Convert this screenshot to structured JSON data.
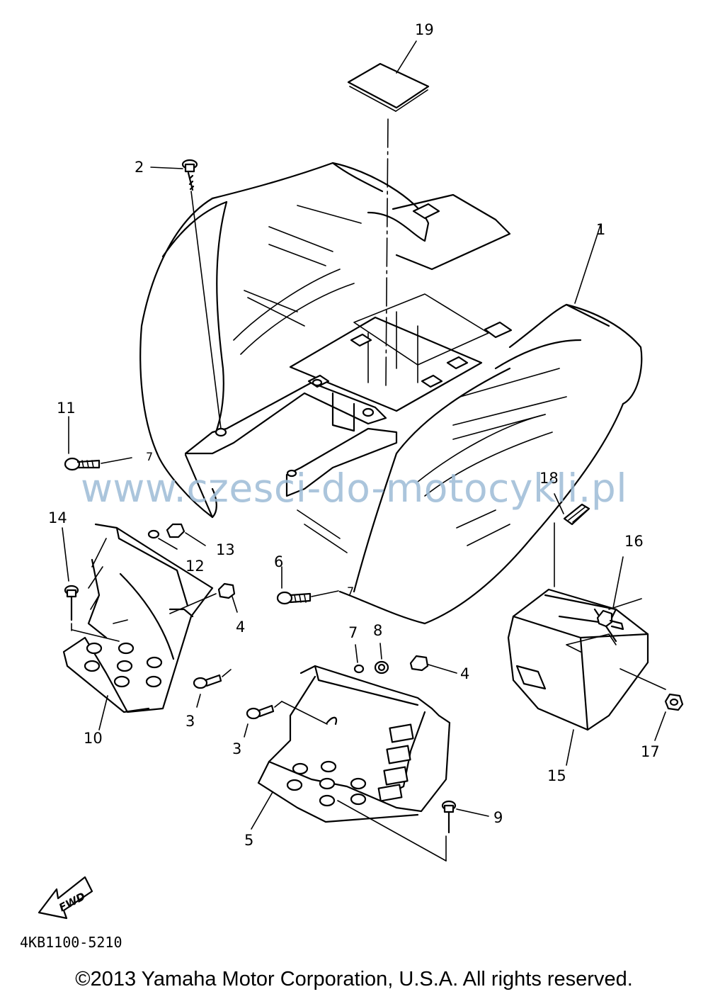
{
  "watermark": "www.czesci-do-motocykli.pl",
  "diagram_code": "4KB1100-5210",
  "copyright": "©2013 Yamaha Motor Corporation, U.S.A. All rights reserved.",
  "fwd_label": "FWD",
  "part_labels": {
    "p1": "1",
    "p2": "2",
    "p3a": "3",
    "p3b": "3",
    "p4a": "4",
    "p4b": "4",
    "p5": "5",
    "p6": "6",
    "p7": "7",
    "p8": "8",
    "p9": "9",
    "p10": "10",
    "p11": "11",
    "p12": "12",
    "p13": "13",
    "p14": "14",
    "p15": "15",
    "p16": "16",
    "p17": "17",
    "p18": "18",
    "p19": "19"
  }
}
